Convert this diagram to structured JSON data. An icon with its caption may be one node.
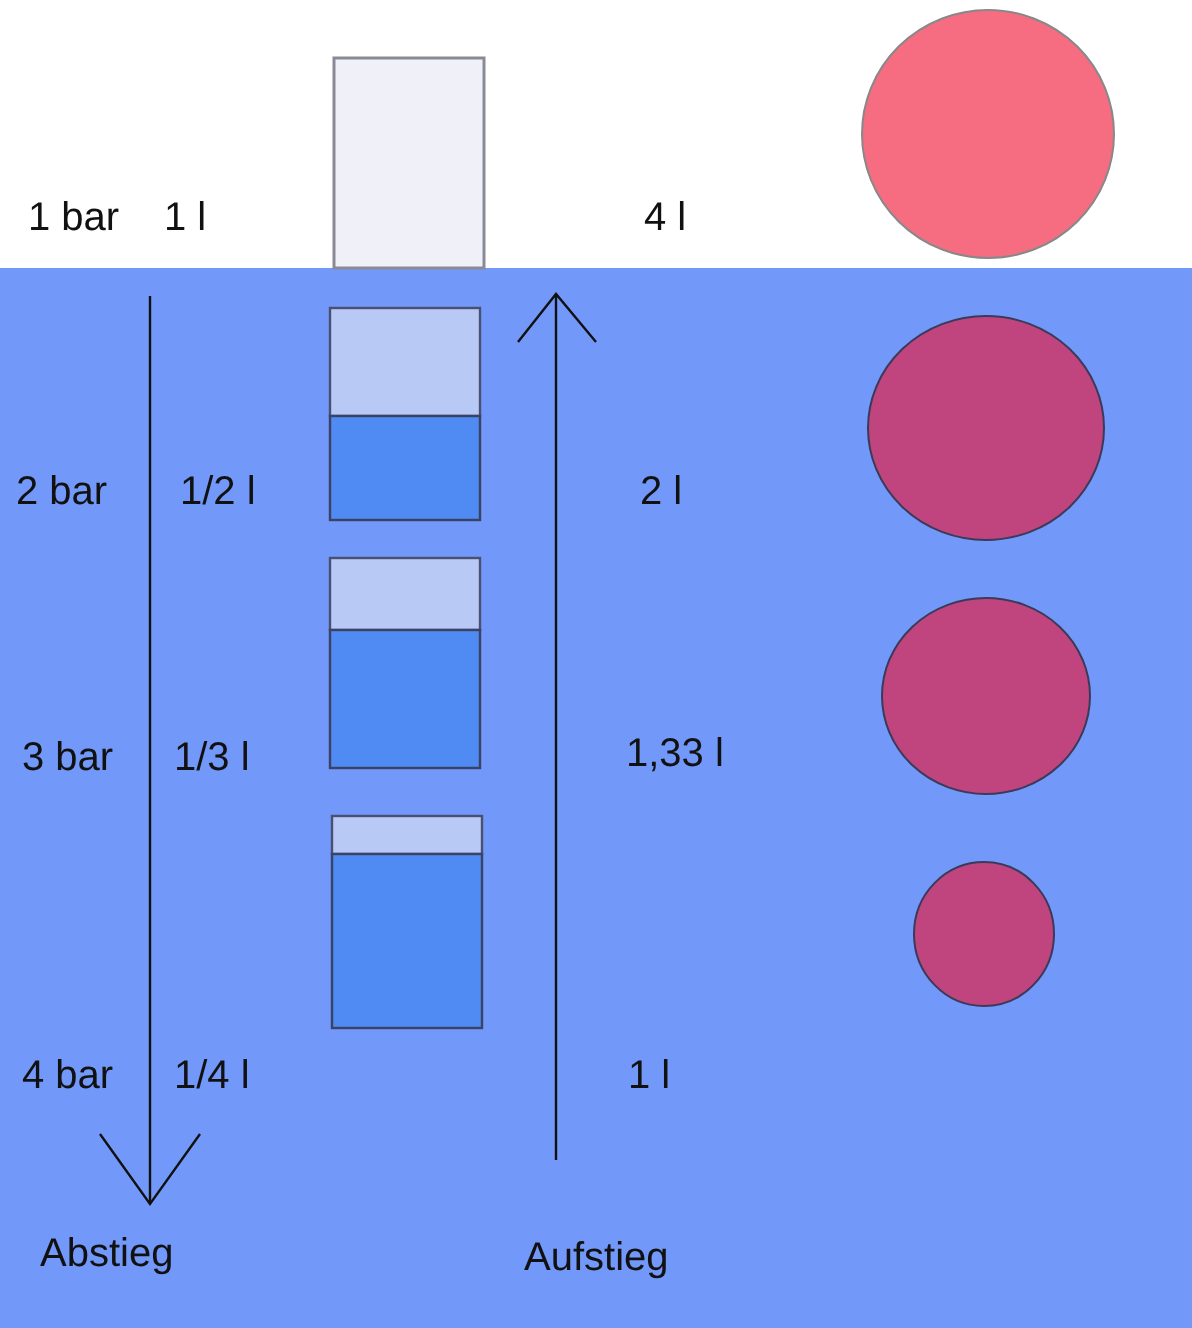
{
  "diagram": {
    "nodes": [
      {
        "text": [],
        "shape": "circle"
      },
      {
        "text": [],
        "shape": "circle"
      },
      {
        "text": [],
        "shape": "circle"
      },
      {
        "text": [],
        "shape": "circle"
      }
    ],
    "labels": [
      "1 bar",
      "1 l",
      "4 l",
      "2 bar",
      "1/2 l",
      "2 l",
      "3 bar",
      "1/3 l",
      "1,33 l",
      "4 bar",
      "1/4 l",
      "1 l",
      "Abstieg",
      "Aufstieg"
    ]
  }
}
